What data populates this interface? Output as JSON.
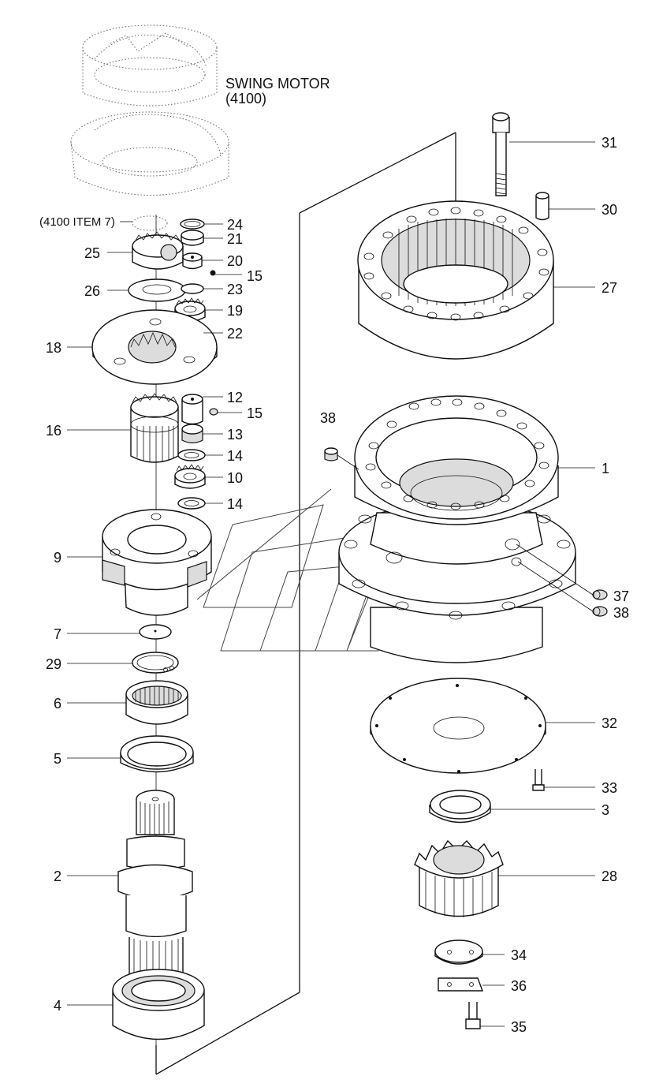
{
  "title": {
    "line1": "SWING MOTOR",
    "line2": "(4100)"
  },
  "reference_note": "(4100 ITEM 7)",
  "callouts": [
    {
      "id": "31",
      "label": "31"
    },
    {
      "id": "30",
      "label": "30"
    },
    {
      "id": "27",
      "label": "27"
    },
    {
      "id": "24",
      "label": "24"
    },
    {
      "id": "21",
      "label": "21"
    },
    {
      "id": "25",
      "label": "25"
    },
    {
      "id": "20",
      "label": "20"
    },
    {
      "id": "15a",
      "label": "15"
    },
    {
      "id": "26",
      "label": "26"
    },
    {
      "id": "23",
      "label": "23"
    },
    {
      "id": "19",
      "label": "19"
    },
    {
      "id": "22",
      "label": "22"
    },
    {
      "id": "18",
      "label": "18"
    },
    {
      "id": "12",
      "label": "12"
    },
    {
      "id": "15b",
      "label": "15"
    },
    {
      "id": "16",
      "label": "16"
    },
    {
      "id": "13",
      "label": "13"
    },
    {
      "id": "14a",
      "label": "14"
    },
    {
      "id": "10",
      "label": "10"
    },
    {
      "id": "14b",
      "label": "14"
    },
    {
      "id": "38a",
      "label": "38"
    },
    {
      "id": "1",
      "label": "1"
    },
    {
      "id": "9",
      "label": "9"
    },
    {
      "id": "37",
      "label": "37"
    },
    {
      "id": "38b",
      "label": "38"
    },
    {
      "id": "7",
      "label": "7"
    },
    {
      "id": "29",
      "label": "29"
    },
    {
      "id": "6",
      "label": "6"
    },
    {
      "id": "32",
      "label": "32"
    },
    {
      "id": "5",
      "label": "5"
    },
    {
      "id": "33",
      "label": "33"
    },
    {
      "id": "3",
      "label": "3"
    },
    {
      "id": "2",
      "label": "2"
    },
    {
      "id": "28",
      "label": "28"
    },
    {
      "id": "34",
      "label": "34"
    },
    {
      "id": "36",
      "label": "36"
    },
    {
      "id": "4",
      "label": "4"
    },
    {
      "id": "35",
      "label": "35"
    }
  ]
}
